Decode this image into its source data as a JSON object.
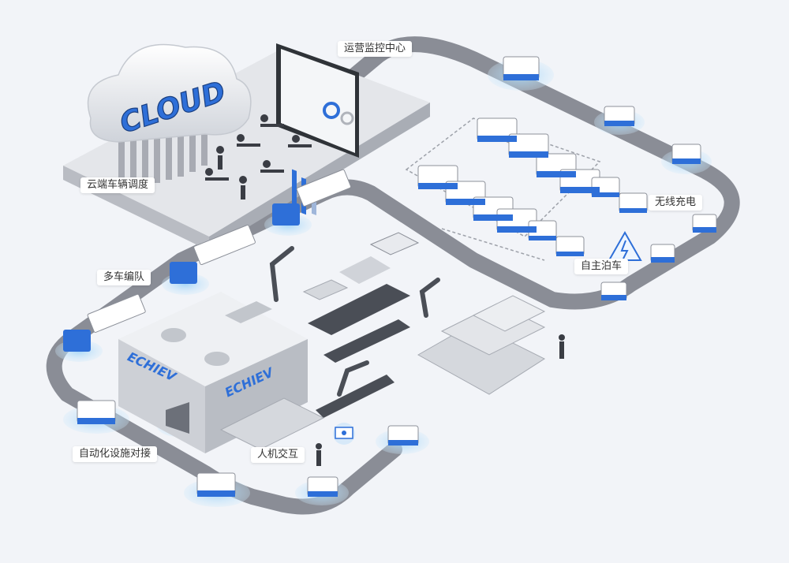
{
  "labels": {
    "ops_center": "运营监控中心",
    "cloud_dispatch": "云端车辆调度",
    "wireless_charging": "无线充电",
    "auto_parking": "自主泊车",
    "multi_vehicle": "多车编队",
    "auto_docking": "自动化设施对接",
    "hmi": "人机交互"
  },
  "cloud_text": "CLOUD",
  "brand_text": "ECHIEV",
  "colors": {
    "road": "#8a8d96",
    "accent_blue": "#2e6fd8",
    "background": "#f2f4f8",
    "building": "#d9dbe0"
  }
}
